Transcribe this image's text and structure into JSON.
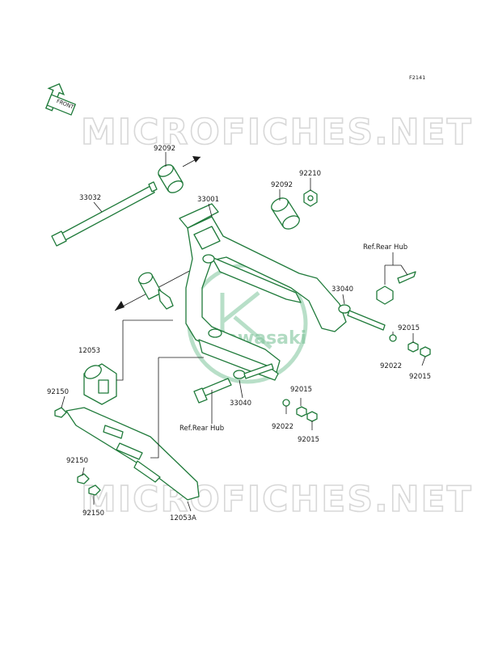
{
  "diagram_code": "F2141",
  "front_label": "FRONT",
  "watermark": "MICROFICHES.NET",
  "logo_text": "Kawasaki",
  "part_labels": {
    "p92092_top": "92092",
    "p33032": "33032",
    "p33001": "33001",
    "p92092_right": "92092",
    "p92210": "92210",
    "ref_rear_hub_right": "Ref.Rear Hub",
    "p33040_right": "33040",
    "p92015_a": "92015",
    "p92022_right": "92022",
    "p92015_b": "92015",
    "p12053": "12053",
    "p92150_a": "92150",
    "p33040_lower": "33040",
    "p92015_c": "92015",
    "ref_rear_hub_lower": "Ref.Rear Hub",
    "p92022_lower": "92022",
    "p92015_d": "92015",
    "p92150_b": "92150",
    "p92150_c": "92150",
    "p12053A": "12053A"
  }
}
